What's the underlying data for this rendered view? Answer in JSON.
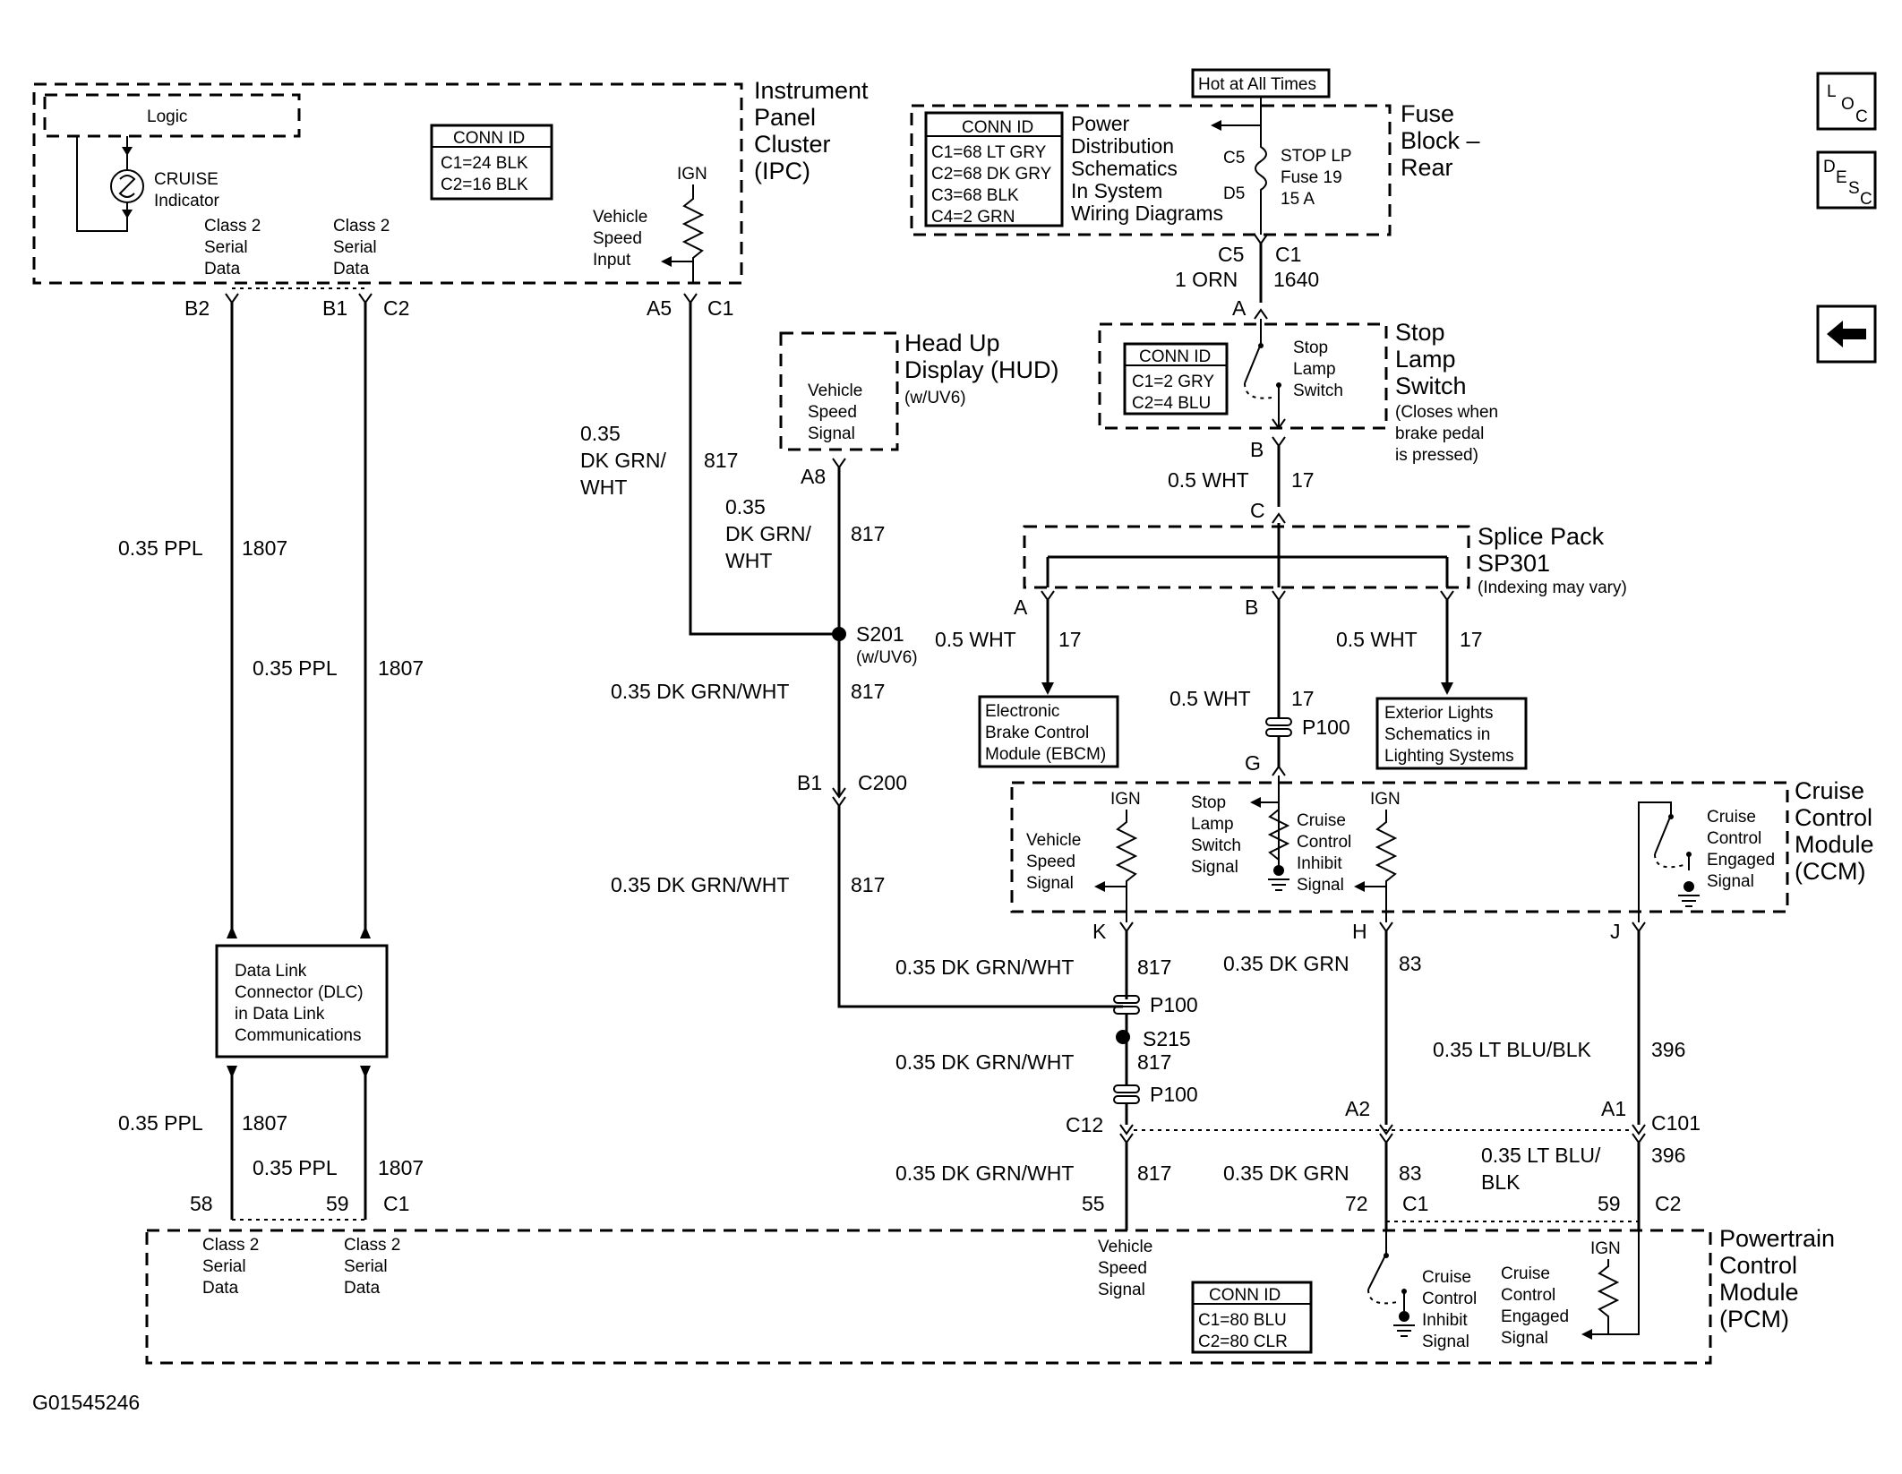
{
  "diagram_id": "G01545246",
  "nav": {
    "loc": [
      "L",
      "O",
      "C"
    ],
    "desc": [
      "D",
      "E",
      "S",
      "C"
    ]
  },
  "ipc": {
    "name": [
      "Instrument",
      "Panel",
      "Cluster",
      "(IPC)"
    ],
    "logic": "Logic",
    "cruise_indicator": [
      "CRUISE",
      "Indicator"
    ],
    "class2_a": [
      "Class 2",
      "Serial",
      "Data"
    ],
    "class2_b": [
      "Class 2",
      "Serial",
      "Data"
    ],
    "ign": "IGN",
    "vss_input": [
      "Vehicle",
      "Speed",
      "Input"
    ],
    "conn_title": "CONN ID",
    "conn_rows": [
      "C1=24 BLK",
      "C2=16 BLK"
    ]
  },
  "fuse_block": {
    "hot": "Hot at All Times",
    "name": [
      "Fuse",
      "Block –",
      "Rear"
    ],
    "conn_title": "CONN ID",
    "conn_rows": [
      "C1=68 LT GRY",
      "C2=68 DK GRY",
      "C3=68 BLK",
      "C4=2 GRN"
    ],
    "power_ref": [
      "Power",
      "Distribution",
      "Schematics",
      "In System",
      "Wiring Diagrams"
    ],
    "c5": "C5",
    "d5": "D5",
    "fuse": [
      "STOP LP",
      "Fuse 19",
      "15 A"
    ]
  },
  "stop_lamp_switch": {
    "name": [
      "Stop",
      "Lamp",
      "Switch"
    ],
    "note": [
      "(Closes when",
      "brake pedal",
      "is pressed)"
    ],
    "inner": [
      "Stop",
      "Lamp",
      "Switch"
    ],
    "conn_title": "CONN ID",
    "conn_rows": [
      "C1=2 GRY",
      "C2=4 BLU"
    ]
  },
  "hud": {
    "name": [
      "Head Up",
      "Display (HUD)"
    ],
    "opt": "(w/UV6)",
    "inner": [
      "Vehicle",
      "Speed",
      "Signal"
    ]
  },
  "splice_pack": {
    "name": [
      "Splice Pack",
      "SP301"
    ],
    "note": "(Indexing may vary)"
  },
  "ebcm": [
    "Electronic",
    "Brake Control",
    "Module (EBCM)"
  ],
  "ext_lights": [
    "Exterior Lights",
    "Schematics in",
    "Lighting Systems"
  ],
  "ccm": {
    "name": [
      "Cruise",
      "Control",
      "Module",
      "(CCM)"
    ],
    "ign1": "IGN",
    "ign2": "IGN",
    "vss": [
      "Vehicle",
      "Speed",
      "Signal"
    ],
    "sls": [
      "Stop",
      "Lamp",
      "Switch",
      "Signal"
    ],
    "inhibit": [
      "Cruise",
      "Control",
      "Inhibit",
      "Signal"
    ],
    "engaged": [
      "Cruise",
      "Control",
      "Engaged",
      "Signal"
    ]
  },
  "dlc": [
    "Data Link",
    "Connector (DLC)",
    "in Data Link",
    "Communications"
  ],
  "pcm": {
    "name": [
      "Powertrain",
      "Control",
      "Module",
      "(PCM)"
    ],
    "class2_a": [
      "Class 2",
      "Serial",
      "Data"
    ],
    "class2_b": [
      "Class 2",
      "Serial",
      "Data"
    ],
    "vss": [
      "Vehicle",
      "Speed",
      "Signal"
    ],
    "conn_title": "CONN ID",
    "conn_rows": [
      "C1=80 BLU",
      "C2=80 CLR"
    ],
    "inhibit": [
      "Cruise",
      "Control",
      "Inhibit",
      "Signal"
    ],
    "engaged": [
      "Cruise",
      "Control",
      "Engaged",
      "Signal"
    ],
    "ign": "IGN"
  },
  "pins": {
    "ipc_b2": "B2",
    "ipc_b1": "B1",
    "ipc_c2": "C2",
    "ipc_a5": "A5",
    "ipc_c1": "C1",
    "hud_a8": "A8",
    "fuse_c5": "C5",
    "fuse_c1": "C1",
    "sls_a": "A",
    "sls_b": "B",
    "sp_c": "C",
    "sp_a": "A",
    "sp_b": "B",
    "b1": "B1",
    "c200": "C200",
    "ccm_g": "G",
    "ccm_k": "K",
    "ccm_h": "H",
    "ccm_j": "J",
    "c12": "C12",
    "a2": "A2",
    "a1": "A1",
    "c101": "C101",
    "pcm_58": "58",
    "pcm_59": "59",
    "pcm_c1a": "C1",
    "pcm_55": "55",
    "pcm_72": "72",
    "pcm_c1b": "C1",
    "pcm_59b": "59",
    "pcm_c2": "C2"
  },
  "wires": {
    "w1_size": "0.35 PPL",
    "w1_num": "1807",
    "w2_size": "0.35 PPL",
    "w2_num": "1807",
    "w3_size": "0.35 PPL",
    "w3_num": "1807",
    "w4_size": "0.35 PPL",
    "w4_num": "1807",
    "w5_size": [
      "0.35",
      "DK GRN/",
      "WHT"
    ],
    "w5_num": "817",
    "w6_size": [
      "0.35",
      "DK GRN/",
      "WHT"
    ],
    "w6_num": "817",
    "w7_size": "0.35 DK GRN/WHT",
    "w7_num": "817",
    "w8_size": "0.35 DK GRN/WHT",
    "w8_num": "817",
    "w9_size": "0.35 DK GRN/WHT",
    "w9_num": "817",
    "w10_size": "0.35 DK GRN/WHT",
    "w10_num": "817",
    "w11_size": "0.35 DK GRN/WHT",
    "w11_num": "817",
    "w12_size": "0.35 DK GRN",
    "w12_num": "83",
    "w13_size": "0.35 DK GRN",
    "w13_num": "83",
    "w14_size": "0.35 LT BLU/BLK",
    "w14_num": "396",
    "w15_size": [
      "0.35 LT BLU/",
      "BLK"
    ],
    "w15_num": "396",
    "orn_size": "1 ORN",
    "orn_num": "1640",
    "wht1_size": "0.5 WHT",
    "wht1_num": "17",
    "wht2_size": "0.5 WHT",
    "wht2_num": "17",
    "wht3_size": "0.5 WHT",
    "wht3_num": "17",
    "wht4_size": "0.5 WHT",
    "wht4_num": "17"
  },
  "splices": {
    "s201": "S201",
    "s201_opt": "(w/UV6)",
    "s215": "S215"
  },
  "p100": [
    "P100",
    "P100",
    "P100"
  ]
}
